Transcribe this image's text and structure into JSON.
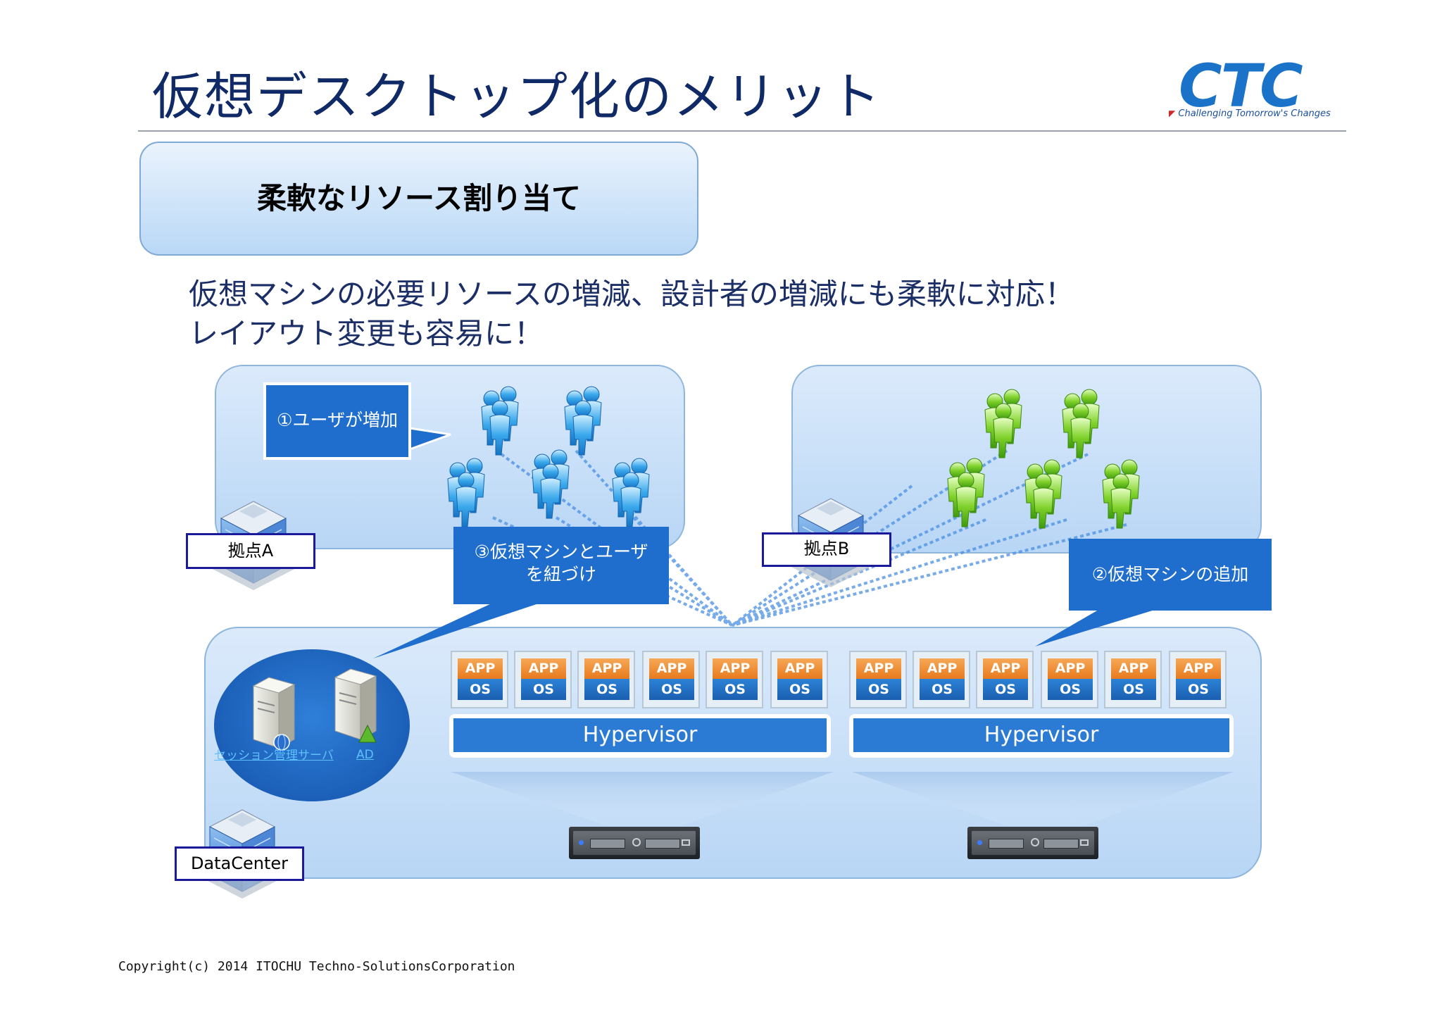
{
  "slide": {
    "title": "仮想デスクトップ化のメリット",
    "feature_title": "柔軟なリソース割り当て",
    "description_line1": "仮想マシンの必要リソースの増減、設計者の増減にも柔軟に対応！",
    "description_line2": "レイアウト変更も容易に！",
    "copyright": "Copyright(c) 2014 ITOCHU Techno-SolutionsCorporation"
  },
  "logo": {
    "text": "CTC",
    "tagline": "Challenging Tomorrow's Changes",
    "color": "#1a73c8"
  },
  "sites": {
    "site_a_label": "拠点A",
    "site_b_label": "拠点B",
    "datacenter_label": "DataCenter"
  },
  "callouts": {
    "add_users": "①ユーザが増加",
    "add_vms": "②仮想マシンの追加",
    "link_line1": "③仮想マシンとユーザ",
    "link_line2": "を紐づけ"
  },
  "management": {
    "session_server_label": "セッション管理サーバ",
    "ad_label": "AD"
  },
  "vm": {
    "app_label": "APP",
    "os_label": "OS"
  },
  "hypervisors": [
    {
      "label": "Hypervisor"
    },
    {
      "label": "Hypervisor"
    }
  ],
  "colors": {
    "title_text": "#0f2a66",
    "callout_blue": "#1f6dcc",
    "users_site_a": "#2a9be0",
    "users_site_b": "#6cc21c",
    "app_orange": "#e87a1d",
    "os_blue": "#1b5fb0"
  }
}
